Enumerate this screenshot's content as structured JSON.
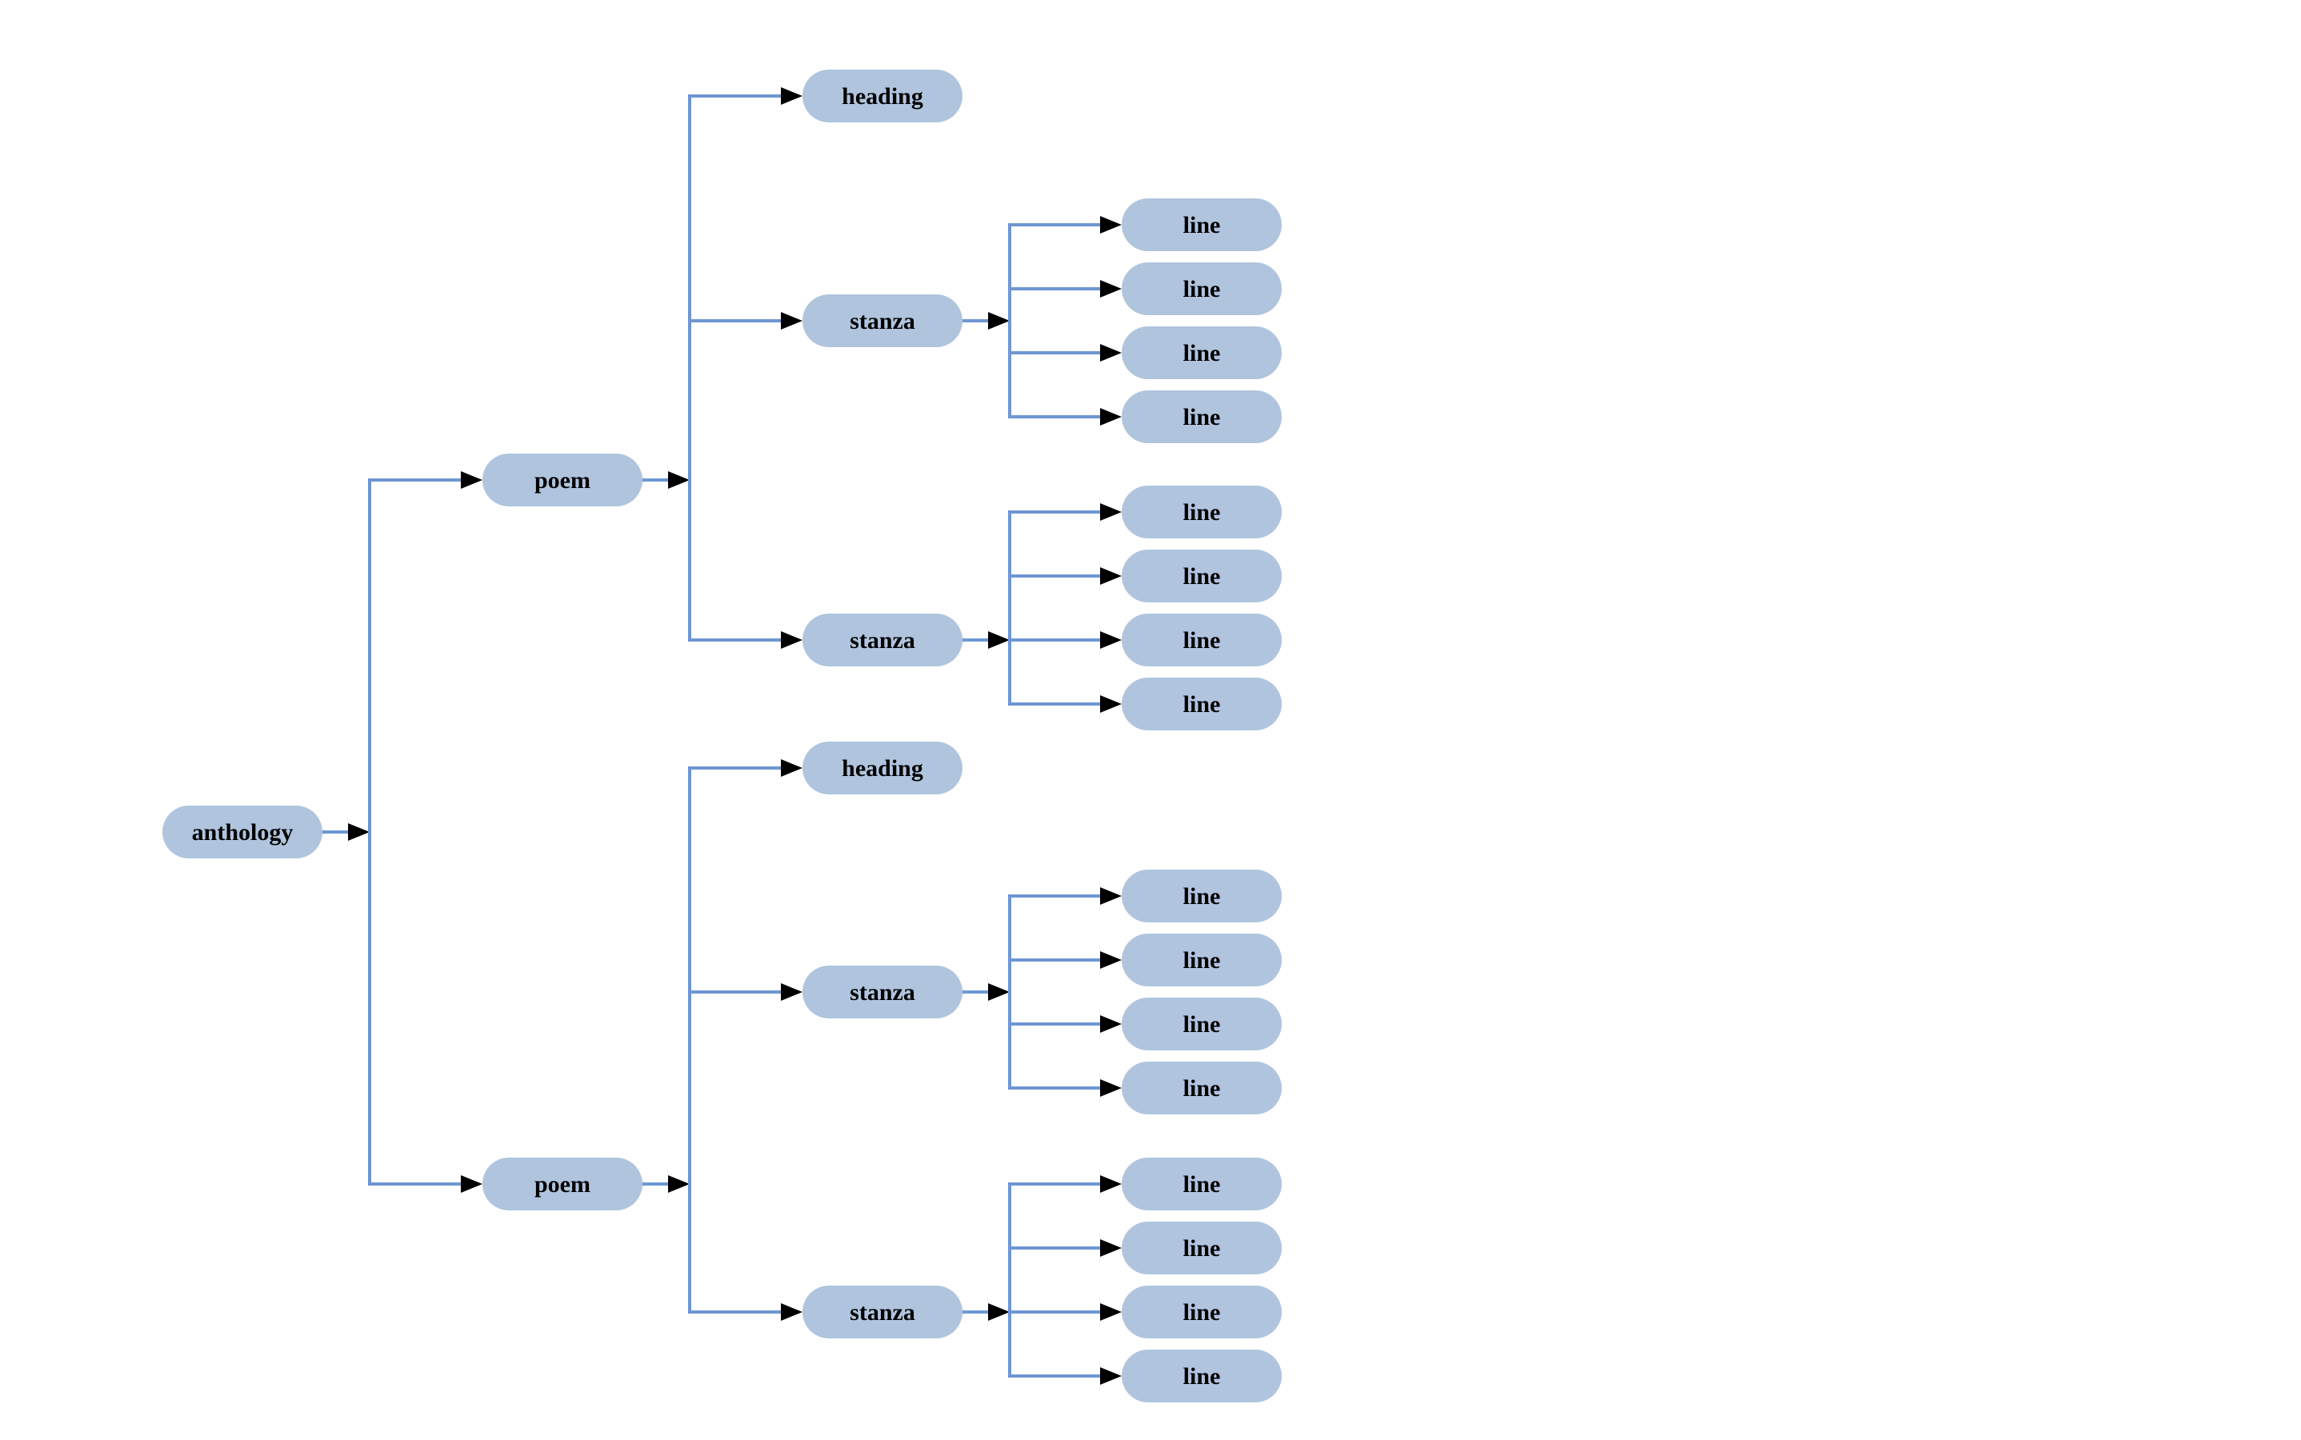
{
  "diagram": {
    "type": "tree",
    "background_color": "#ffffff",
    "node_fill": "#b0c4de",
    "connector_color": "#6e96d2",
    "arrow_color": "#000000",
    "text_color": "#000000",
    "root": {
      "label": "anthology",
      "children": [
        {
          "label": "poem",
          "children": [
            {
              "label": "heading",
              "children": []
            },
            {
              "label": "stanza",
              "children": [
                {
                  "label": "line",
                  "children": []
                },
                {
                  "label": "line",
                  "children": []
                },
                {
                  "label": "line",
                  "children": []
                },
                {
                  "label": "line",
                  "children": []
                }
              ]
            },
            {
              "label": "stanza",
              "children": [
                {
                  "label": "line",
                  "children": []
                },
                {
                  "label": "line",
                  "children": []
                },
                {
                  "label": "line",
                  "children": []
                },
                {
                  "label": "line",
                  "children": []
                }
              ]
            }
          ]
        },
        {
          "label": "poem",
          "children": [
            {
              "label": "heading",
              "children": []
            },
            {
              "label": "stanza",
              "children": [
                {
                  "label": "line",
                  "children": []
                },
                {
                  "label": "line",
                  "children": []
                },
                {
                  "label": "line",
                  "children": []
                },
                {
                  "label": "line",
                  "children": []
                }
              ]
            },
            {
              "label": "stanza",
              "children": [
                {
                  "label": "line",
                  "children": []
                },
                {
                  "label": "line",
                  "children": []
                },
                {
                  "label": "line",
                  "children": []
                },
                {
                  "label": "line",
                  "children": []
                }
              ]
            }
          ]
        }
      ]
    }
  }
}
